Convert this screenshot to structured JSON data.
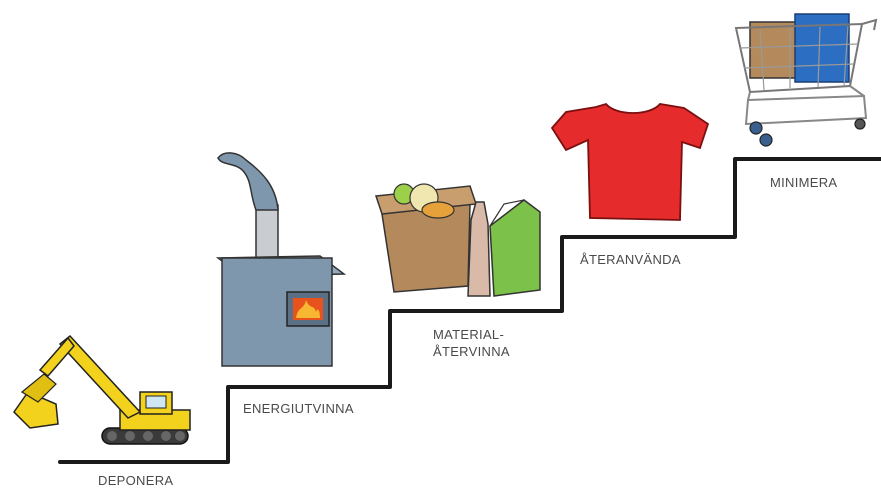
{
  "diagram": {
    "type": "waste-hierarchy-staircase",
    "steps": [
      {
        "id": "deponera",
        "label_lines": [
          "DEPONERA"
        ],
        "icon": "excavator-icon"
      },
      {
        "id": "energiutvinna",
        "label_lines": [
          "ENERGIUTVINNA"
        ],
        "icon": "furnace-icon"
      },
      {
        "id": "materialatervinna",
        "label_lines": [
          "MATERIAL-",
          "ÅTERVINNA"
        ],
        "icon": "recycling-bag-icon"
      },
      {
        "id": "ateranvanda",
        "label_lines": [
          "ÅTERANVÄNDA"
        ],
        "icon": "t-shirt-icon"
      },
      {
        "id": "minimera",
        "label_lines": [
          "MINIMERA"
        ],
        "icon": "shopping-cart-icon"
      }
    ],
    "colors": {
      "stair_line": "#1a1a1a",
      "label_text": "#4a4a4a",
      "excavator": "#f2d21c",
      "furnace": "#7f97ad",
      "fire": "#e8531d",
      "t_shirt": "#e52b2b",
      "cart_bag_blue": "#2c6fc2",
      "grocery_bag": "#b48a5c",
      "milk_carton": "#7cc24a"
    }
  }
}
